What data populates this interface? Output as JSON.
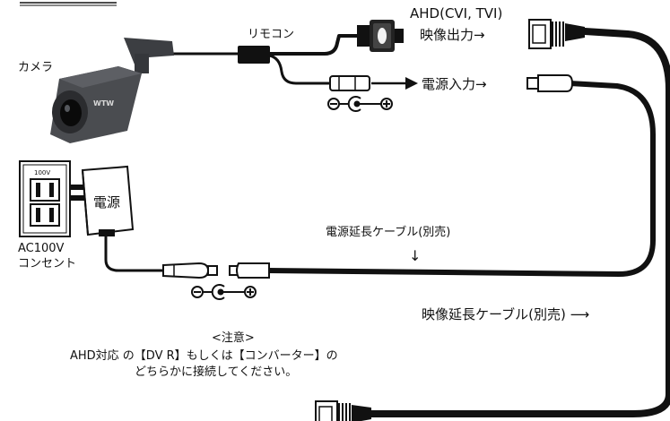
{
  "labels": {
    "camera": "カメラ",
    "remote": "リモコン",
    "video_out_line1": "AHD(CVI, TVI)",
    "video_out_line2": "映像出力→",
    "power_in": "電源入力→",
    "outlet_voltage": "100V",
    "adapter": "電源",
    "outlet_line1": "AC100V",
    "outlet_line2": "コンセント",
    "power_ext": "電源延長ケーブル(別売)",
    "power_ext_arrow": "↓",
    "video_ext": "映像延長ケーブル(別売) ⟶",
    "camera_brand": "WTW"
  },
  "note": {
    "title": "<注意>",
    "line1": "AHD対応 の【DV R】もしくは【コンバーター】の",
    "line2": "どちらかに接続してください。"
  },
  "icons": [
    "minus-icon",
    "center-positive-icon",
    "plus-icon"
  ],
  "colors": {
    "cable": "#111111",
    "camera_body": "#4a4c50",
    "camera_dark": "#2b2c2f",
    "lens": "#0a0a0a",
    "connector": "#ffffff"
  }
}
